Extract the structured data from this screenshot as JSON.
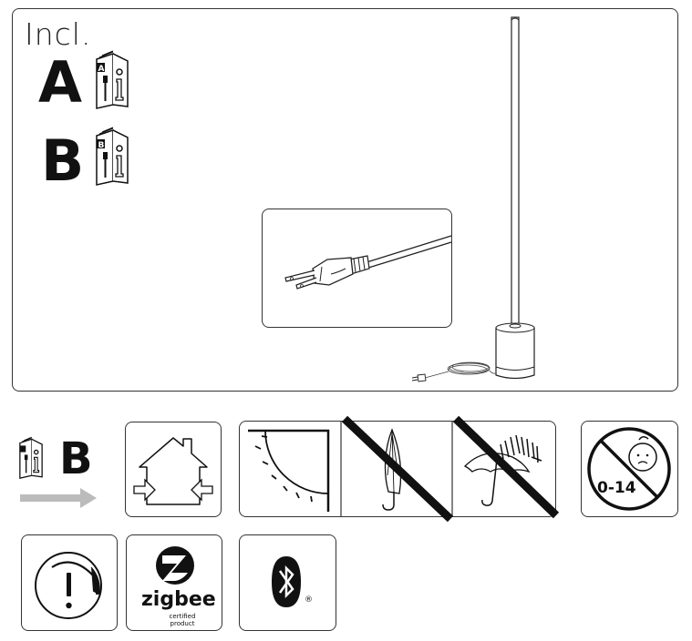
{
  "contents_panel": {
    "incl_label": "Incl.",
    "manual_a_letter": "A",
    "manual_b_letter": "B",
    "plug_detail_label": ""
  },
  "icons": {
    "see_manual_letter": "B",
    "age_warning_text": "0-14",
    "zigbee_brand": "zigbee",
    "zigbee_sub_1": "certified",
    "zigbee_sub_2": "product",
    "bluetooth_registered": "®"
  },
  "colors": {
    "outline": "#333333",
    "arrow_grey": "#bbbbbb",
    "ink": "#111111"
  }
}
